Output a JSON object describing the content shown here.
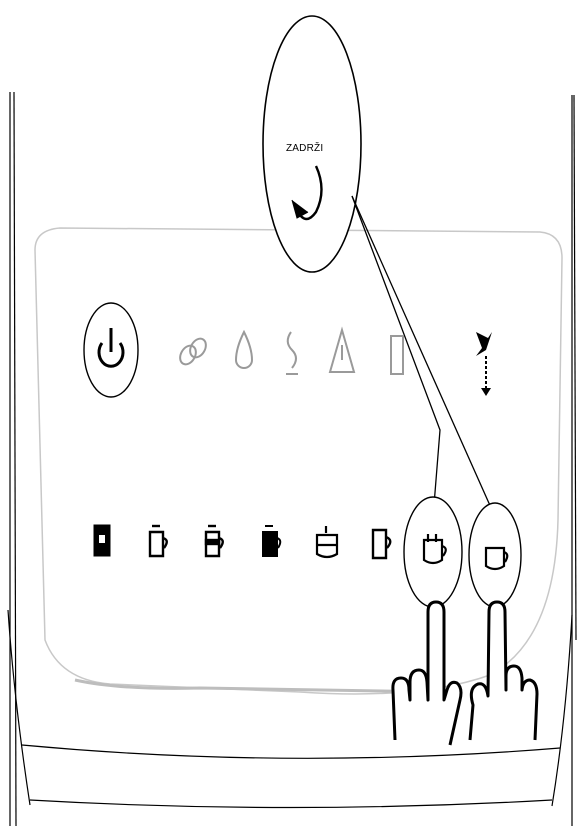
{
  "callout": {
    "hold_label": "ZADRŽI"
  },
  "status_icons": [
    {
      "icon": "power-icon",
      "state": "active"
    },
    {
      "icon": "coffee-beans-icon",
      "state": "dimmed"
    },
    {
      "icon": "water-drop-icon",
      "state": "dimmed"
    },
    {
      "icon": "steam-icon",
      "state": "dimmed"
    },
    {
      "icon": "warning-triangle-icon",
      "state": "dimmed"
    },
    {
      "icon": "grounds-container-icon",
      "state": "dimmed"
    },
    {
      "icon": "descaling-icon",
      "state": "active"
    }
  ],
  "drink_buttons": [
    {
      "icon": "hot-water-icon"
    },
    {
      "icon": "latte-macchiato-icon"
    },
    {
      "icon": "cappuccino-icon"
    },
    {
      "icon": "milk-icon"
    },
    {
      "icon": "double-espresso-icon"
    },
    {
      "icon": "long-coffee-icon"
    },
    {
      "icon": "double-coffee-icon",
      "highlighted": true
    },
    {
      "icon": "espresso-icon",
      "highlighted": true
    }
  ],
  "colors": {
    "line": "#000000",
    "dimmed": "#9a9a9a",
    "panel": "#ffffff"
  }
}
